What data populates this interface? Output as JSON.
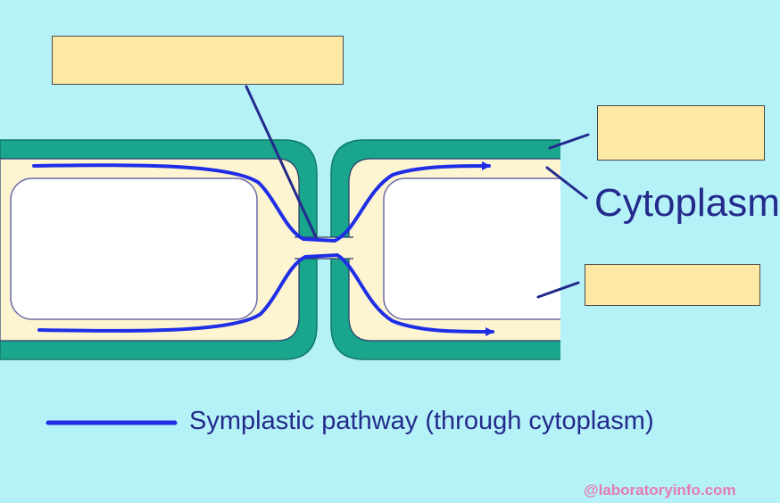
{
  "diagram": {
    "cytoplasm_label": "Cytoplasm",
    "legend_label": "Symplastic pathway (through cytoplasm)",
    "watermark": "@laboratoryinfo.com",
    "blank_labels": [
      "",
      "",
      ""
    ]
  },
  "colors": {
    "background": "#b5f2f8",
    "cell_wall": "#1aa58d",
    "cytoplasm": "#fdf4d2",
    "vacuole": "#ffffff",
    "pathway": "#1f2ee6",
    "text": "#232a8c",
    "label_box": "#fde9a3"
  }
}
